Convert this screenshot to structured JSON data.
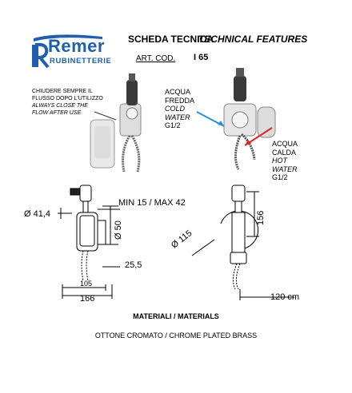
{
  "brand": {
    "name": "Remer",
    "sub": "RUBINETTERIE"
  },
  "header": {
    "title_it": "SCHEDA TECNICA",
    "title_en": "TECHNICAL FEATURES",
    "art_label": "ART. COD.",
    "art_code": "I 65"
  },
  "note": {
    "line1": "CHIUDERE SEMPRE IL",
    "line2": "FLUSSO DOPO L'UTILIZZO",
    "line3": "ALWAYS CLOSE THE",
    "line4": "FLOW AFTER USE"
  },
  "cold": {
    "l1": "ACQUA",
    "l2": "FREDDA",
    "l3": "COLD",
    "l4": "WATER",
    "l5": "G1/2"
  },
  "hot": {
    "l1": "ACQUA",
    "l2": "CALDA",
    "l3": "HOT",
    "l4": "WATER",
    "l5": "G1/2"
  },
  "dims": {
    "d414": "Ø 41,4",
    "minmax": "MIN 15 / MAX 42",
    "d50": "Ø 50",
    "d255": "25,5",
    "d105": "105",
    "d166": "166",
    "d156": "156",
    "d115": "Ø 115",
    "d120": "120 cm"
  },
  "materials": {
    "title": "MATERIALI / MATERIALS",
    "value": "OTTONE CROMATO / CHROME PLATED BRASS"
  },
  "colors": {
    "brand": "#1f5fae",
    "cold_arrow": "#2a8fd6",
    "hot_arrow": "#d42a2a"
  }
}
